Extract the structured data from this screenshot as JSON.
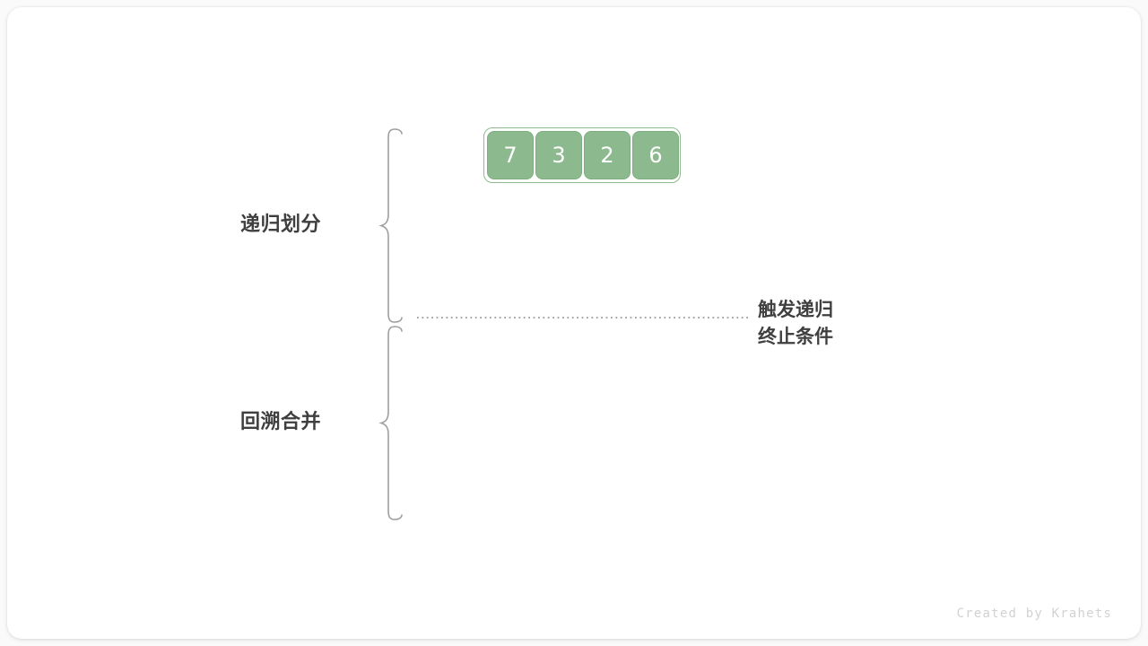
{
  "canvas": {
    "background_color": "#fafafa",
    "card_color": "#ffffff"
  },
  "diagram": {
    "title_phases": [
      {
        "label": "递归划分"
      },
      {
        "label": "回溯合并"
      }
    ],
    "divider": {
      "annotation_line_1": "触发递归",
      "annotation_line_2": "终止条件",
      "style": "dotted",
      "color": "#9a9a9a"
    },
    "array": {
      "values": [
        "7",
        "3",
        "2",
        "6"
      ],
      "cell_fill": "#8cba8e",
      "cell_border": "#7cae7f",
      "outline_border": "#8fbc8f",
      "text_color": "#ffffff"
    },
    "brace_color": "#9e9e9e"
  },
  "credit": {
    "text": "Created by Krahets"
  }
}
